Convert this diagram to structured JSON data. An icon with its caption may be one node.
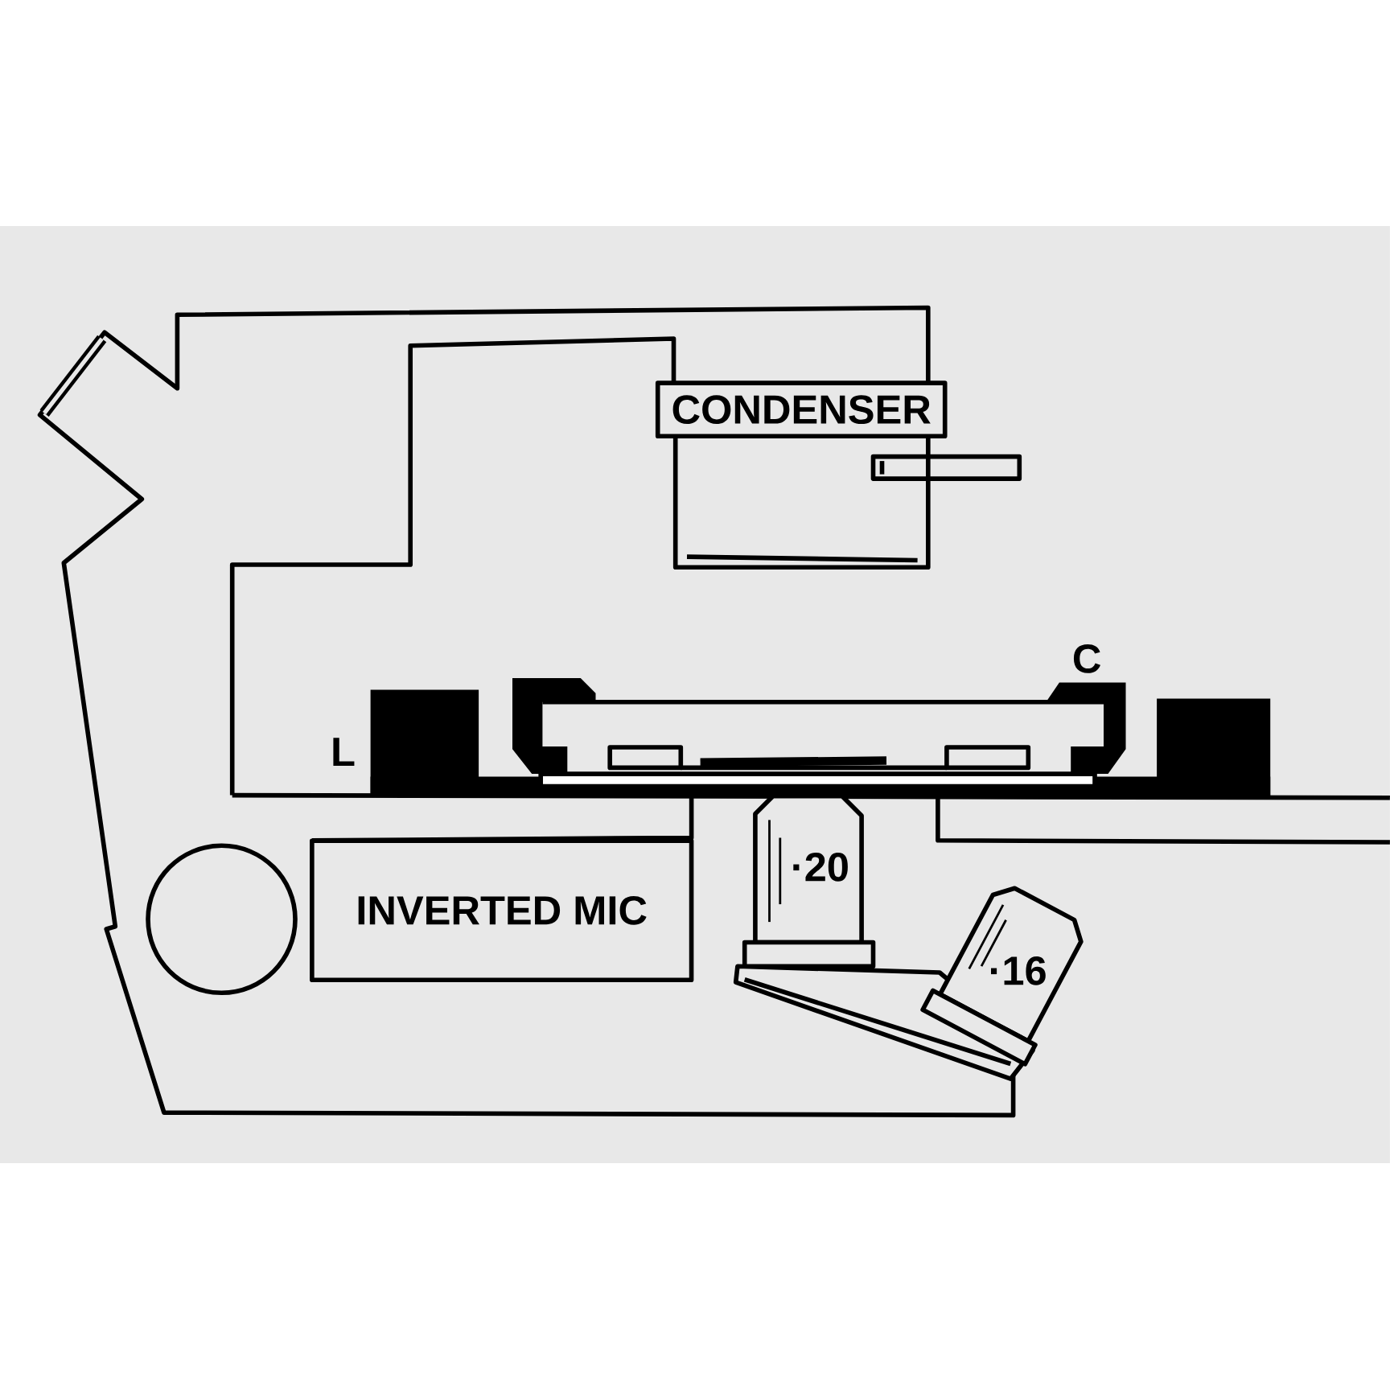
{
  "diagram": {
    "nodes": [
      {
        "text": [
          "CONDENSER"
        ]
      },
      {
        "text": [
          "INVERTED MIC"
        ]
      },
      {
        "text": [
          "·20"
        ]
      },
      {
        "text": [
          "·16"
        ]
      }
    ],
    "labels": [
      "C",
      "L"
    ]
  }
}
